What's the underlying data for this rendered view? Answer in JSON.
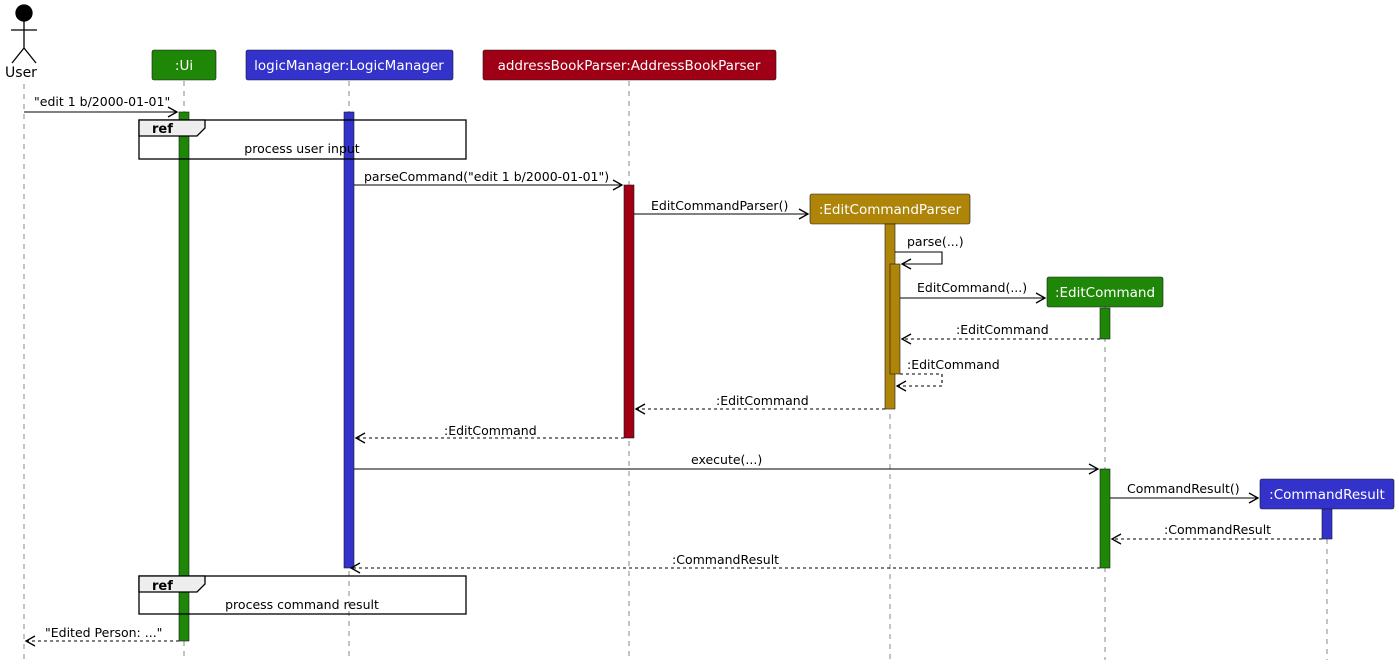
{
  "actor": {
    "name": "User"
  },
  "participants": {
    "ui": {
      "label": ":Ui",
      "color": "#1E8708"
    },
    "logic": {
      "label": "logicManager:LogicManager",
      "color": "#3333CC"
    },
    "parser": {
      "label": "addressBookParser:AddressBookParser",
      "color": "#A00016"
    },
    "ecp": {
      "label": ":EditCommandParser",
      "color": "#AE8508"
    },
    "ec": {
      "label": ":EditCommand",
      "color": "#1E8708"
    },
    "cr": {
      "label": ":CommandResult",
      "color": "#3333CC"
    }
  },
  "refs": {
    "tag": "ref",
    "process_input": "process user input",
    "process_result": "process command result"
  },
  "messages": {
    "m1": "\"edit 1 b/2000-01-01\"",
    "m2": "parseCommand(\"edit 1 b/2000-01-01\")",
    "m3": "EditCommandParser()",
    "m4": "parse(...)",
    "m5": "EditCommand(...)",
    "m6": ":EditCommand",
    "m7": ":EditCommand",
    "m8": ":EditCommand",
    "m9": ":EditCommand",
    "m10": "execute(...)",
    "m11": "CommandResult()",
    "m12": ":CommandResult",
    "m13": ":CommandResult",
    "m14": "\"Edited Person: ...\""
  }
}
